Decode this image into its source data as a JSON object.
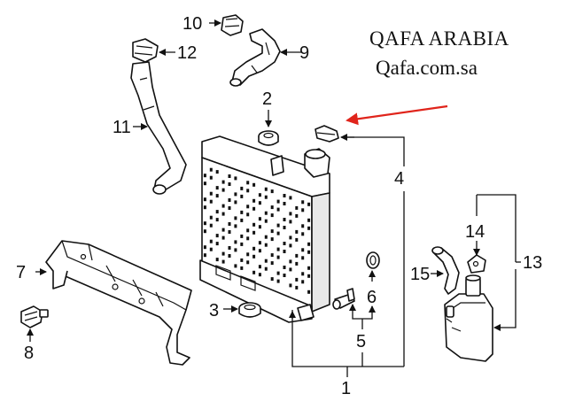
{
  "brand": {
    "title": "QAFA ARABIA",
    "url": "Qafa.com.sa"
  },
  "colors": {
    "background": "#ffffff",
    "ink": "#111111",
    "accent_arrow": "#e0241b"
  },
  "callouts": [
    {
      "id": "1",
      "label": "1",
      "part": "radiator-assembly"
    },
    {
      "id": "2",
      "label": "2",
      "part": "upper-radiator-cushion"
    },
    {
      "id": "3",
      "label": "3",
      "part": "lower-radiator-cushion"
    },
    {
      "id": "4",
      "label": "4",
      "part": "radiator-cap"
    },
    {
      "id": "5",
      "label": "5",
      "part": "drain-plug-group"
    },
    {
      "id": "6",
      "label": "6",
      "part": "drain-plug-o-ring"
    },
    {
      "id": "7",
      "label": "7",
      "part": "lower-support-bracket"
    },
    {
      "id": "8",
      "label": "8",
      "part": "bolt"
    },
    {
      "id": "9",
      "label": "9",
      "part": "inlet-hose"
    },
    {
      "id": "10",
      "label": "10",
      "part": "hose-clamp"
    },
    {
      "id": "11",
      "label": "11",
      "part": "outlet-hose"
    },
    {
      "id": "12",
      "label": "12",
      "part": "hose-clamp"
    },
    {
      "id": "13",
      "label": "13",
      "part": "reservoir-tank"
    },
    {
      "id": "14",
      "label": "14",
      "part": "reservoir-bracket"
    },
    {
      "id": "15",
      "label": "15",
      "part": "reservoir-hose"
    }
  ],
  "highlight": {
    "target": "4",
    "icon": "red-arrow-icon"
  }
}
